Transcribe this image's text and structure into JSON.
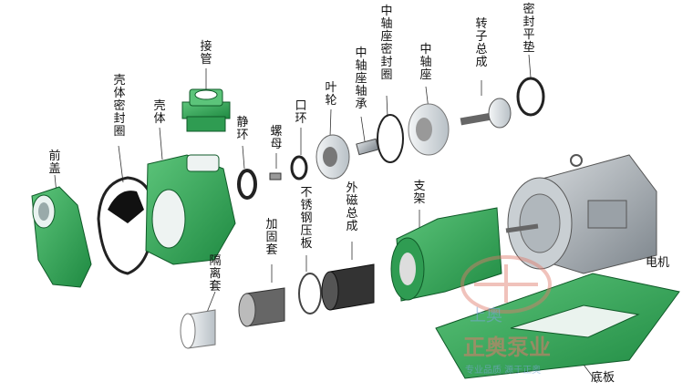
{
  "labels": {
    "front_cover": "前盖",
    "casing_seal": "壳体密封圈",
    "casing": "壳体",
    "connector": "接管",
    "static_ring": "静环",
    "nut": "螺母",
    "mouth_ring": "口环",
    "impeller": "叶轮",
    "mid_seat_bearing": "中轴座轴承",
    "mid_seat_seal": "中轴座密封圈",
    "mid_seat": "中轴座",
    "rotor_assembly": "转子总成",
    "seal_gasket": "密封平垫",
    "isolation_sleeve": "隔离套",
    "reinforce_sleeve": "加固套",
    "steel_plate": "不锈钢压板",
    "outer_magnet": "外磁总成",
    "bracket": "支架",
    "motor": "电机",
    "base_plate": "底板"
  },
  "watermark": {
    "brand": "正奥泵业",
    "slogan": "专业品质 源于正奥",
    "glyph": "上奥"
  },
  "colors": {
    "green": "#3fae5e",
    "green_dark": "#1f7a3a",
    "motor": "#a9b0b6",
    "watermark_red": "#e07a6b",
    "watermark_blue": "#7aa6d6"
  }
}
